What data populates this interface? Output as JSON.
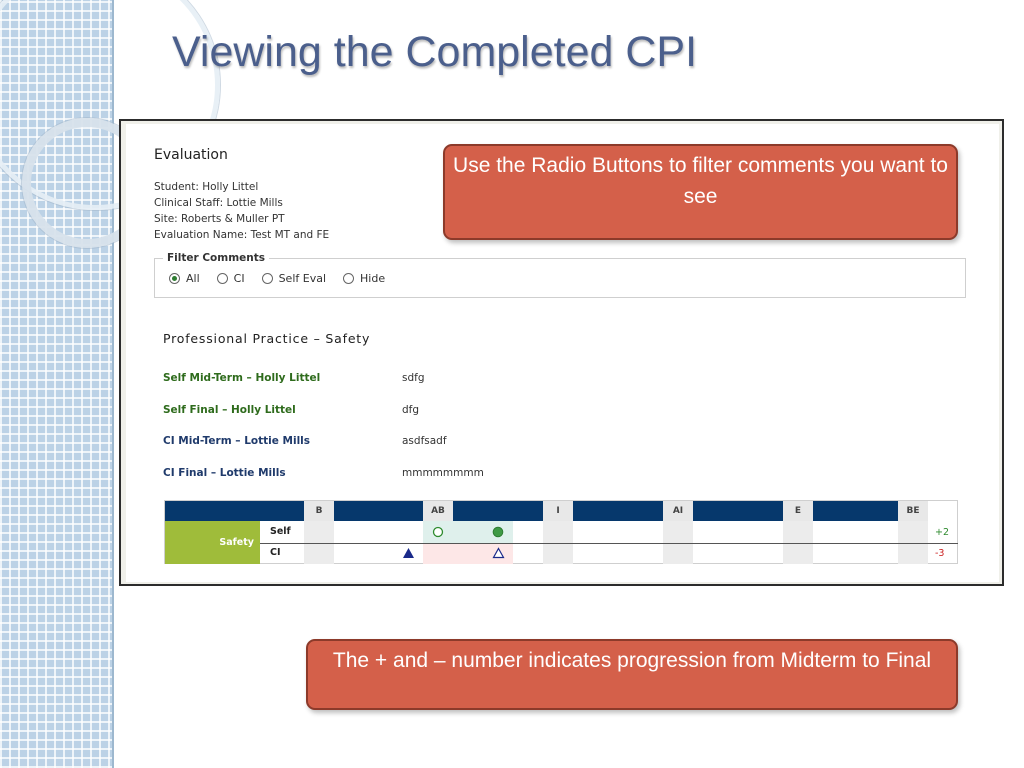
{
  "slide": {
    "title": "Viewing the Completed CPI"
  },
  "evaluation": {
    "heading": "Evaluation",
    "student": "Student: Holly Littel",
    "clinical_staff": "Clinical Staff: Lottie Mills",
    "site": "Site: Roberts & Muller PT",
    "evaluation_name": "Evaluation Name: Test MT and FE"
  },
  "filter": {
    "legend": "Filter Comments",
    "options": [
      {
        "label": "All",
        "checked": true
      },
      {
        "label": "CI",
        "checked": false
      },
      {
        "label": "Self Eval",
        "checked": false
      },
      {
        "label": "Hide",
        "checked": false
      }
    ]
  },
  "section": {
    "title": "Professional Practice – Safety",
    "comments": [
      {
        "label": "Self Mid-Term – Holly Littel",
        "text": "sdfg",
        "type": "self"
      },
      {
        "label": "Self Final – Holly Littel",
        "text": "dfg",
        "type": "self"
      },
      {
        "label": "CI Mid-Term – Lottie Mills",
        "text": "asdfsadf",
        "type": "ci"
      },
      {
        "label": "CI Final – Lottie Mills",
        "text": "mmmmmmmm",
        "type": "ci"
      }
    ]
  },
  "rating_grid": {
    "column_headers": [
      "B",
      "AB",
      "I",
      "AI",
      "E",
      "BE"
    ],
    "category": "Safety",
    "rows": [
      {
        "label": "Self",
        "score": "+2",
        "midterm_icon": "open-circle-icon",
        "final_icon": "filled-circle-icon"
      },
      {
        "label": "CI",
        "score": "-3",
        "midterm_icon": "filled-triangle-icon",
        "final_icon": "open-triangle-icon"
      }
    ],
    "colors": {
      "header": "#06386c",
      "category": "#9fbc3a",
      "self_marker": "#2e8b2e",
      "ci_marker": "#1a2a8a",
      "positive": "#2e8b2e",
      "negative": "#cc2222"
    }
  },
  "callouts": {
    "radio_tip": "Use the Radio Buttons to filter comments you want to see",
    "progression_tip": "The + and – number indicates progression from Midterm to Final"
  },
  "colors": {
    "title": "#4b5f8c",
    "callout_fill": "#d4604a",
    "callout_border": "#8c3a2a"
  }
}
